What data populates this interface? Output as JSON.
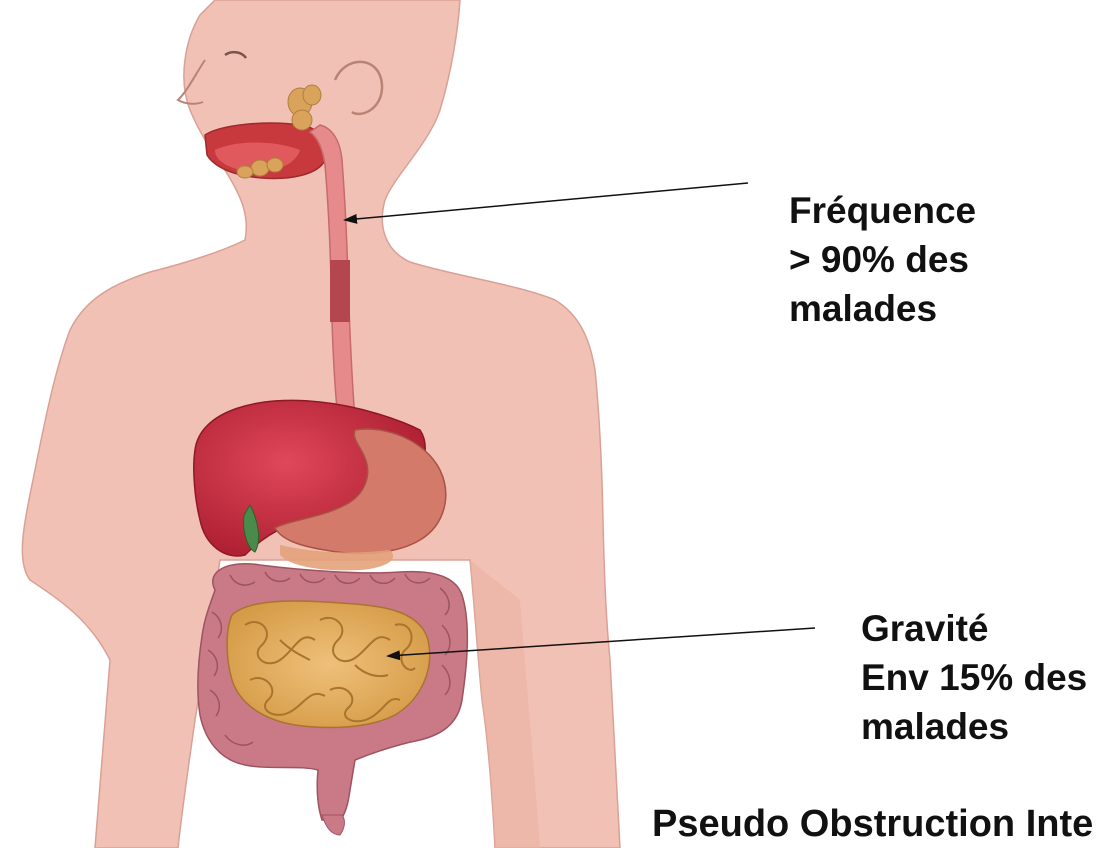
{
  "colors": {
    "skin": "#f2c1b5",
    "skin_shadow": "#e3a898",
    "esophagus": "#e68a8c",
    "liver": "#c8283a",
    "stomach": "#d47a6a",
    "colon": "#c97a86",
    "small_intestine": "#e1a85a",
    "glands": "#d9a35b",
    "arrow": "#111111",
    "text": "#111111"
  },
  "annotations": {
    "frequency": {
      "line1": "Fréquence",
      "line2": "> 90% des",
      "line3": "malades"
    },
    "severity": {
      "line1": "Gravité",
      "line2": "Env 15% des",
      "line3": "malades"
    }
  },
  "footer_text": "Pseudo Obstruction Inte"
}
